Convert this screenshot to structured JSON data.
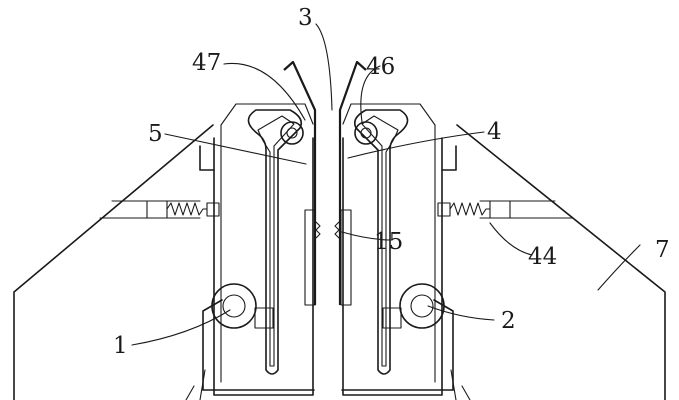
{
  "diagram": {
    "labels": {
      "l3": "3",
      "l47": "47",
      "l46": "46",
      "l5": "5",
      "l4": "4",
      "l15": "15",
      "l44": "44",
      "l7": "7",
      "l1": "1",
      "l2": "2"
    }
  }
}
